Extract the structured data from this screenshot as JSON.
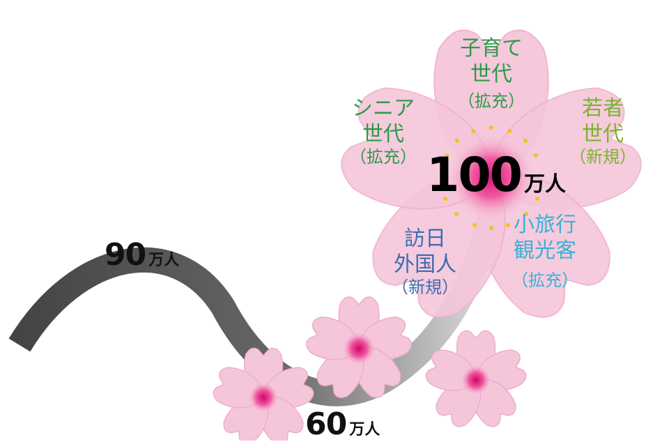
{
  "center": {
    "value": "100",
    "unit": "万人"
  },
  "path_labels": {
    "start": {
      "value": "90",
      "unit": "万人"
    },
    "middle": {
      "value": "60",
      "unit": "万人"
    }
  },
  "petals": {
    "top": {
      "lines": [
        "子育て",
        "世代",
        "（拡充）"
      ],
      "color": "#2e9a4a"
    },
    "upper_left": {
      "lines": [
        "シニア",
        "世代",
        "（拡充）"
      ],
      "color": "#2e9a4a"
    },
    "upper_right": {
      "lines": [
        "若者",
        "世代",
        "（新規）"
      ],
      "color": "#7cb32b"
    },
    "lower_left": {
      "lines": [
        "訪日",
        "外国人",
        "（新規）"
      ],
      "color": "#3b6cb3"
    },
    "lower_right": {
      "lines": [
        "小旅行",
        "観光客",
        "（拡充）"
      ],
      "color": "#38b2d8"
    }
  },
  "colors": {
    "petal": "#f4c3d8",
    "petal_edge": "#eba9c6",
    "blossom_center": "#e21b7f",
    "path_dark": "#4a4a4a",
    "path_light": "#cccccc"
  }
}
